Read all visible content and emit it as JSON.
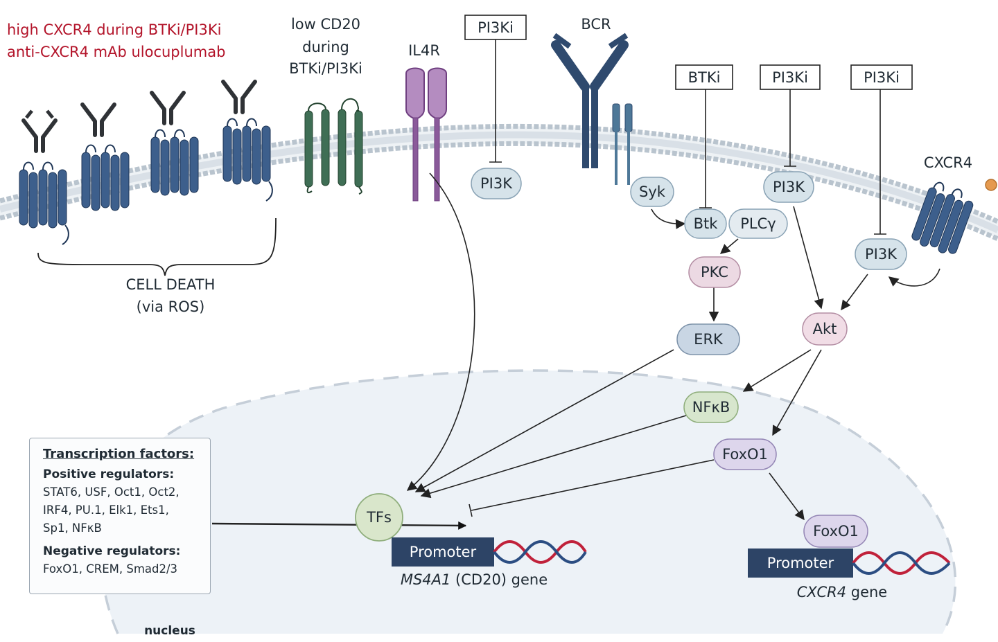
{
  "header": {
    "red_line1": "high CXCR4 during BTKi/PI3Ki",
    "red_line2": "anti-CXCR4 mAb ulocuplumab",
    "cd20_line1": "low CD20",
    "cd20_line2": "during",
    "cd20_line3": "BTKi/PI3Ki",
    "il4r": "IL4R",
    "bcr": "BCR",
    "cxcr4": "CXCR4"
  },
  "inhibitors": {
    "pi3ki_top": "PI3Ki",
    "btki": "BTKi",
    "pi3ki_mid": "PI3Ki",
    "pi3ki_right": "PI3Ki"
  },
  "nodes": {
    "pi3k_left": "PI3K",
    "syk": "Syk",
    "btk": "Btk",
    "plcg": "PLCγ",
    "pi3k_mid": "PI3K",
    "pi3k_right": "PI3K",
    "pkc": "PKC",
    "erk": "ERK",
    "akt": "Akt",
    "nfkb": "NFκB",
    "foxo1": "FoxO1",
    "foxo1_nuclear": "FoxO1",
    "tfs": "TFs"
  },
  "cell_death": {
    "line1": "CELL DEATH",
    "line2": "(via ROS)"
  },
  "genes": {
    "promoter_left": "Promoter",
    "ms4a1_italic": "MS4A1",
    "ms4a1_rest": " (CD20) gene",
    "promoter_right": "Promoter",
    "cxcr4_italic": "CXCR4",
    "cxcr4_rest": " gene"
  },
  "nucleus_label": "nucleus",
  "tf_box": {
    "title": "Transcription factors:",
    "positive_heading": "Positive regulators:",
    "positive_lines": [
      "STAT6, USF, Oct1, Oct2,",
      "IRF4, PU.1, Elk1, Ets1,",
      "Sp1, NFκB"
    ],
    "negative_heading": "Negative regulators:",
    "negative_lines": [
      "FoxO1, CREM, Smad2/3"
    ]
  },
  "colors": {
    "receptor_blue": "#3d5f8c",
    "cd20_green": "#3f6e55",
    "il4r_purple": "#8a5a9a",
    "bcr_navy": "#2f4a6e",
    "red_text": "#b3142a",
    "pi3k_fill": "#d6e3ea",
    "pkc_fill": "#ecd9e3",
    "erk_fill": "#c9d6e4",
    "akt_fill": "#f1dde6",
    "nfkb_fill": "#d7e6cd",
    "foxo1_fill": "#ddd6ec",
    "tfs_fill": "#d9e6cb",
    "promoter_navy": "#2d4466",
    "dna_red": "#c0213a",
    "dna_blue": "#2b4d82"
  }
}
